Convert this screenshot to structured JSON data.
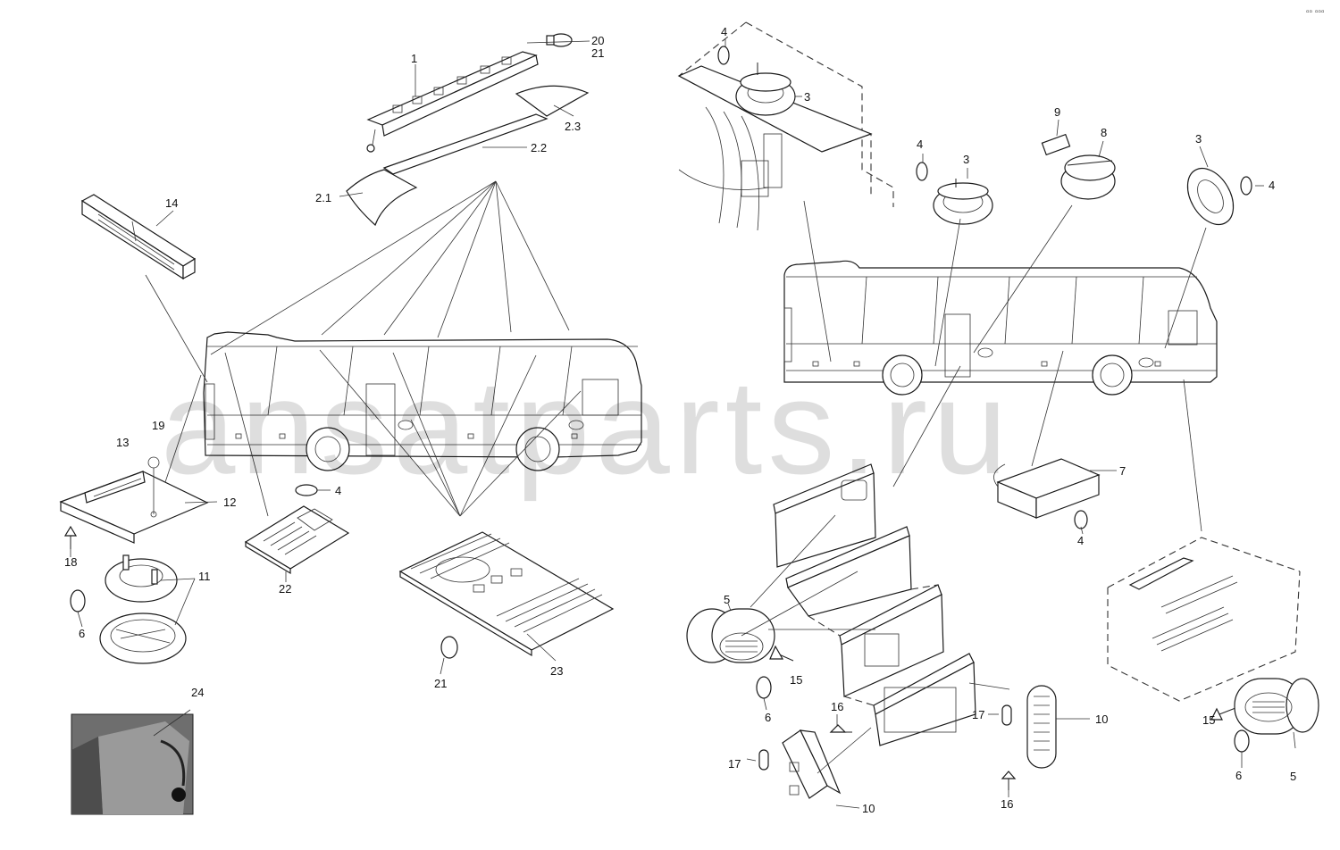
{
  "watermark": "ansatparts.ru",
  "corner_mark": "▫▫ ▫▫▫",
  "callouts": {
    "c1": "1",
    "c20": "20",
    "c21a": "21",
    "c2_3": "2.3",
    "c2_2": "2.2",
    "c2_1": "2.1",
    "c14": "14",
    "c19": "19",
    "c13": "13",
    "c12": "12",
    "c4a": "4",
    "c18": "18",
    "c11": "11",
    "c6a": "6",
    "c22": "22",
    "c23": "23",
    "c21b": "21",
    "c24": "24",
    "c4b": "4",
    "c3a": "3",
    "c4c": "4",
    "c3b": "3",
    "c9": "9",
    "c8": "8",
    "c3c": "3",
    "c4d": "4",
    "c7": "7",
    "c4e": "4",
    "c5a": "5",
    "c15a": "15",
    "c6b": "6",
    "c16a": "16",
    "c17a": "17",
    "c10a": "10",
    "c17b": "17",
    "c10b": "10",
    "c16b": "16",
    "c15b": "15",
    "c6c": "6",
    "c5b": "5"
  },
  "colors": {
    "line": "#1a1a1a",
    "watermark": "#000000",
    "photo_bg": "#6e6e6e"
  }
}
